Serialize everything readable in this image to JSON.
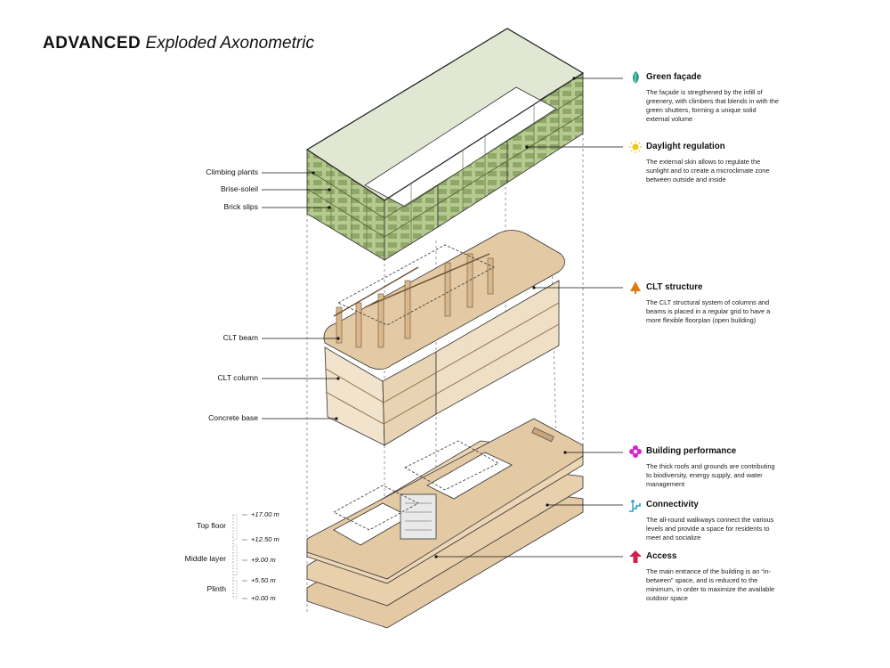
{
  "title": {
    "bold": "ADVANCED",
    "italic": "Exploded Axonometric"
  },
  "labels": {
    "climbing_plants": "Climbing plants",
    "brise_soleil": "Brise-soleil",
    "brick_slips": "Brick slips",
    "clt_beam": "CLT beam",
    "clt_column": "CLT column",
    "concrete_base": "Concrete base"
  },
  "features": [
    {
      "icon": "leaf-icon",
      "color": "#1a9b8a",
      "title": "Green façade",
      "desc": "The façade is stregthened by the infill of greenery, with climbers that blends in with the green shutters, forming a unique solid external volume"
    },
    {
      "icon": "sun-icon",
      "color": "#f2c41a",
      "title": "Daylight regulation",
      "desc": "The external skin allows to regulate the sunlight and to create a microclimate zone between outside and inside"
    },
    {
      "icon": "tree-icon",
      "color": "#e07a12",
      "title": "CLT structure",
      "desc": "The CLT structural system of columns and beams is placed in a regular grid to have a more flexible floorplan (open building)"
    },
    {
      "icon": "flower-icon",
      "color": "#e020c8",
      "title": "Building performance",
      "desc": "The thick roofs and grounds are contributing to biodiversity, energy supply, and water management"
    },
    {
      "icon": "stairs-person-icon",
      "color": "#2a9bd6",
      "title": "Connectivity",
      "desc": "The all-round walkways connect the various levels and provide a space for residents to meet and socialize"
    },
    {
      "icon": "arrow-up-icon",
      "color": "#d2204a",
      "title": "Access",
      "desc": "The main entrance of the building is an “in-between” space, and is reduced to the minimum, in order to maximize the available outdoor space"
    }
  ],
  "levels": [
    "+17.00 m",
    "+12.50 m",
    "+9.00 m",
    "+5.50 m",
    "+0.00 m"
  ],
  "zones": {
    "top": "Top floor",
    "middle": "Middle layer",
    "plinth": "Plinth"
  },
  "colors": {
    "facade_green": "#9fb57a",
    "timber": "#e3c9a4",
    "timber_dark": "#c9a47a",
    "leader": "#111111"
  }
}
